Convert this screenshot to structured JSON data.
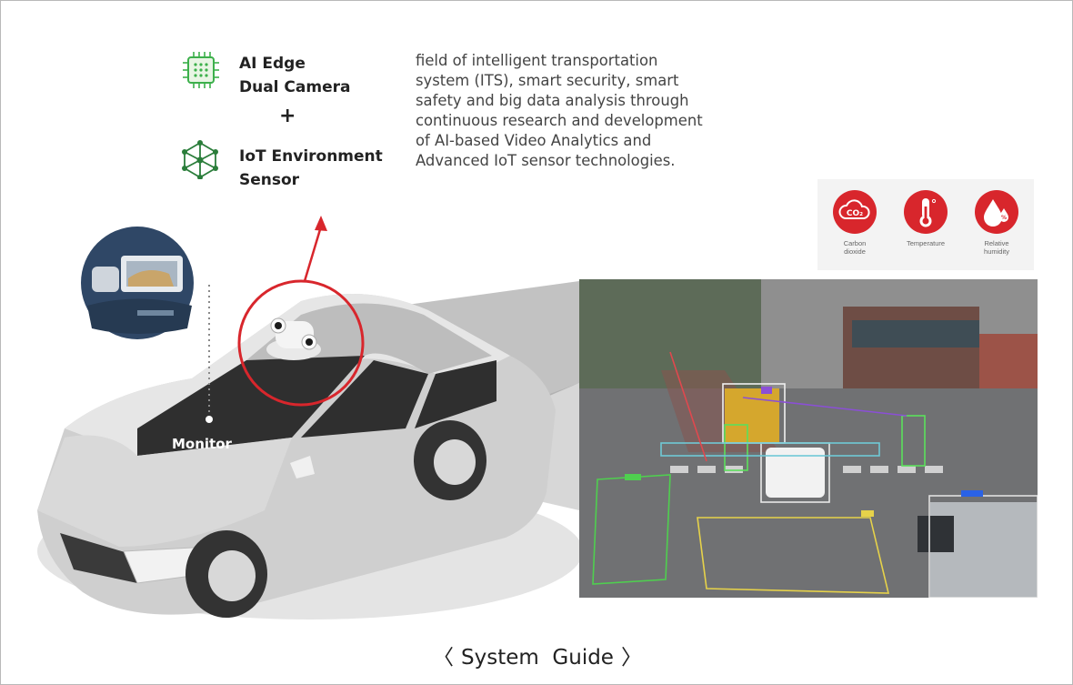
{
  "features": {
    "camera_line1": "AI Edge",
    "camera_line2": "Dual Camera",
    "plus": "+",
    "sensor_line1": "IoT Environment",
    "sensor_line2": "Sensor",
    "camera_icon": "chip-icon",
    "sensor_icon": "network-icon"
  },
  "description": {
    "lines": [
      "field of intelligent transportation",
      "system (ITS), smart security, smart",
      "safety and big data analysis through",
      "continuous research and development",
      "of AI-based Video Analytics and",
      "Advanced IoT sensor technologies."
    ]
  },
  "sensors": [
    {
      "icon": "co2-cloud-icon",
      "glyph": "CO₂",
      "label1": "Carbon",
      "label2": "dioxide"
    },
    {
      "icon": "thermometer-icon",
      "glyph": "",
      "label1": "Temperature",
      "label2": ""
    },
    {
      "icon": "humidity-drop-icon",
      "glyph": "%",
      "label1": "Relative",
      "label2": "humidity"
    }
  ],
  "illustration": {
    "monitor_label": "Monitor"
  },
  "caption": {
    "open": "〈",
    "text": "System  Guide",
    "close": "〉"
  },
  "colors": {
    "accent_red": "#d8262c",
    "chip_green": "#3cb04b",
    "car_gray": "#c9c9c9",
    "dark": "#2a2a2a"
  }
}
